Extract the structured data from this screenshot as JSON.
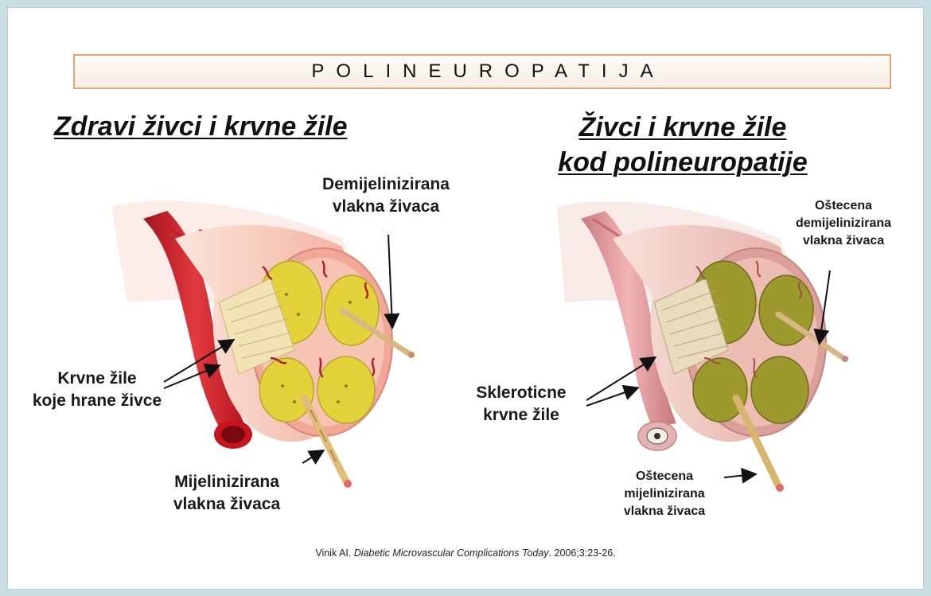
{
  "title": "POLINEUROPATIJA",
  "left_panel": {
    "heading": "Zdravi živci i krvne žile",
    "labels": {
      "demyelinated": [
        "Demijelinizirana",
        "vlakna živaca"
      ],
      "blood_vessels": [
        "Krvne žile",
        "koje hrane živce"
      ],
      "myelinated": [
        "Mijelinizirana",
        "vlakna živaca"
      ]
    }
  },
  "right_panel": {
    "heading_line1": "Živci i krvne žile",
    "heading_line2": "kod polineuropatije",
    "labels": {
      "damaged_demyelinated": [
        "Oštecena",
        "demijelinizirana",
        "vlakna živaca"
      ],
      "sclerotic": [
        "Skleroticne",
        "krvne žile"
      ],
      "damaged_myelinated": [
        "Oštecena",
        "mijelinizirana",
        "vlakna živaca"
      ]
    }
  },
  "citation": {
    "author": "Vinik AI. ",
    "journal": "Diabetic Microvascular Complications Today",
    "rest": ". 2006;3:23-26."
  },
  "colors": {
    "title_border": "#e2a37d",
    "healthy_fascicle": "#e3d33b",
    "damaged_fascicle": "#9c9a2c",
    "sheath": "#f4b7a7",
    "artery": "#d21f2a",
    "sclerotic_artery": "#e8a6a6"
  }
}
